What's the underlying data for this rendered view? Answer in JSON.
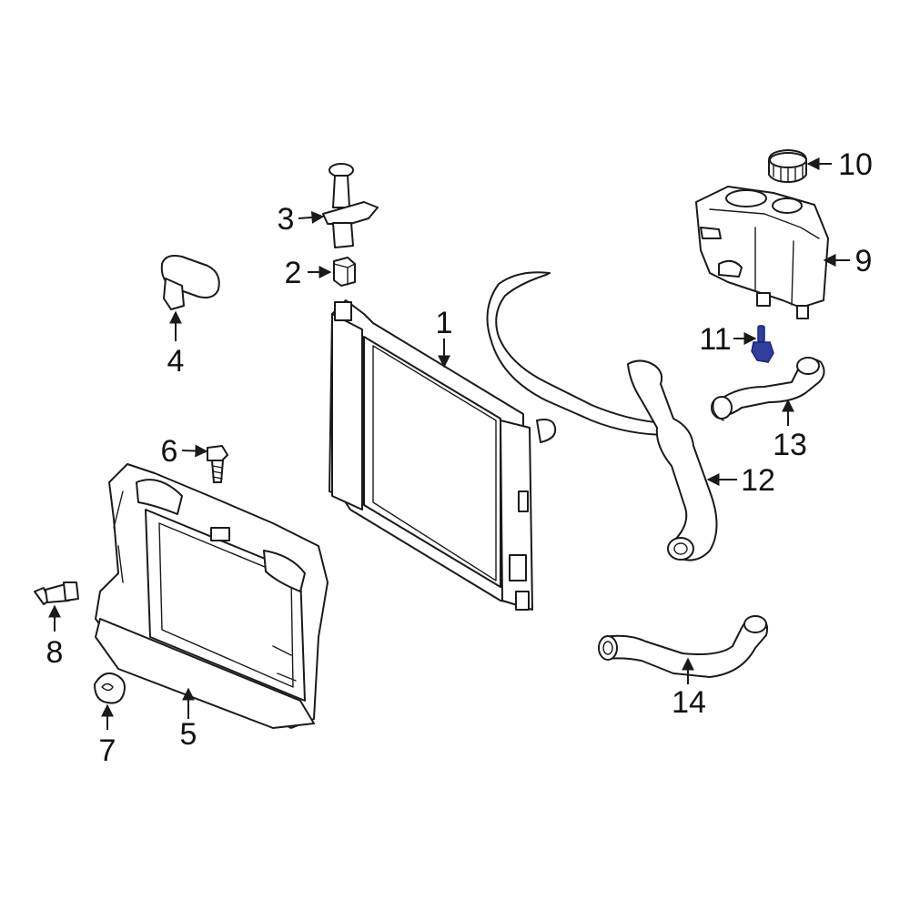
{
  "highlight_color": "#2f3f9c",
  "callouts": [
    {
      "id": "1",
      "label": "1"
    },
    {
      "id": "2",
      "label": "2"
    },
    {
      "id": "3",
      "label": "3"
    },
    {
      "id": "4",
      "label": "4"
    },
    {
      "id": "5",
      "label": "5"
    },
    {
      "id": "6",
      "label": "6"
    },
    {
      "id": "7",
      "label": "7"
    },
    {
      "id": "8",
      "label": "8"
    },
    {
      "id": "9",
      "label": "9"
    },
    {
      "id": "10",
      "label": "10"
    },
    {
      "id": "11",
      "label": "11"
    },
    {
      "id": "12",
      "label": "12"
    },
    {
      "id": "13",
      "label": "13"
    },
    {
      "id": "14",
      "label": "14"
    }
  ],
  "highlighted_part": "11"
}
